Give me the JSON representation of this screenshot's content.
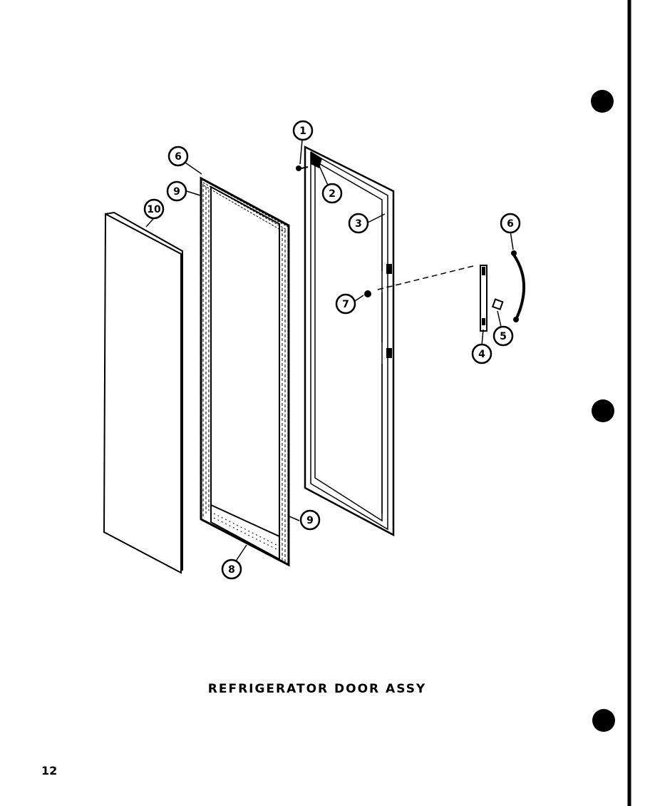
{
  "diagram": {
    "title": "REFRIGERATOR DOOR ASSY",
    "page_number": "12",
    "callouts": [
      "1",
      "2",
      "3",
      "4",
      "5",
      "6",
      "6",
      "7",
      "8",
      "9",
      "9",
      "10"
    ]
  }
}
